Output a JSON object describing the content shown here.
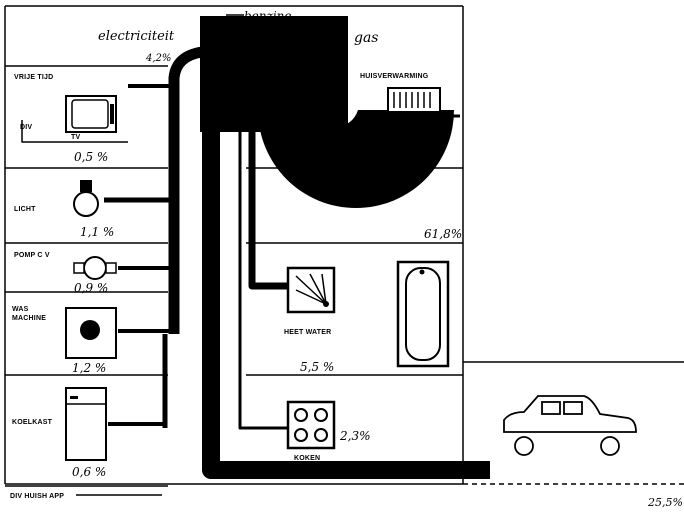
{
  "sources": {
    "electricity": "electriciteit",
    "electricity_pct": "4,2%",
    "petrol": "benzine",
    "gas": "gas"
  },
  "appliances": [
    {
      "label": "VRIJE TIJD",
      "sublabel": "DIV",
      "item": "TV",
      "pct": "0,5 %",
      "icon": "tv-icon"
    },
    {
      "label": "LICHT",
      "pct": "1,1 %",
      "icon": "light-bulb-icon"
    },
    {
      "label": "POMP C V",
      "pct": "0,9 %",
      "icon": "pump-icon"
    },
    {
      "label": "WAS MACHINE",
      "pct": "1,2 %",
      "icon": "washing-machine-icon"
    },
    {
      "label": "KOELKAST",
      "pct": "0,6 %",
      "icon": "fridge-icon"
    },
    {
      "label": "DIV HUISH APP"
    }
  ],
  "gas_uses": {
    "heating_label": "HUISVERWARMING",
    "heating_pct": "61,8%",
    "hot_water_label": "HEET WATER",
    "hot_water_pct": "5,5 %",
    "cooking_label": "KOKEN",
    "cooking_pct": "2,3%"
  },
  "car_pct": "25,5%",
  "icons": [
    "tv-icon",
    "light-bulb-icon",
    "pump-icon",
    "washing-machine-icon",
    "fridge-icon",
    "radiator-icon",
    "water-heater-icon",
    "bathtub-icon",
    "stove-icon",
    "car-icon"
  ],
  "colors": {
    "ink": "#000000",
    "paper": "#ffffff"
  }
}
